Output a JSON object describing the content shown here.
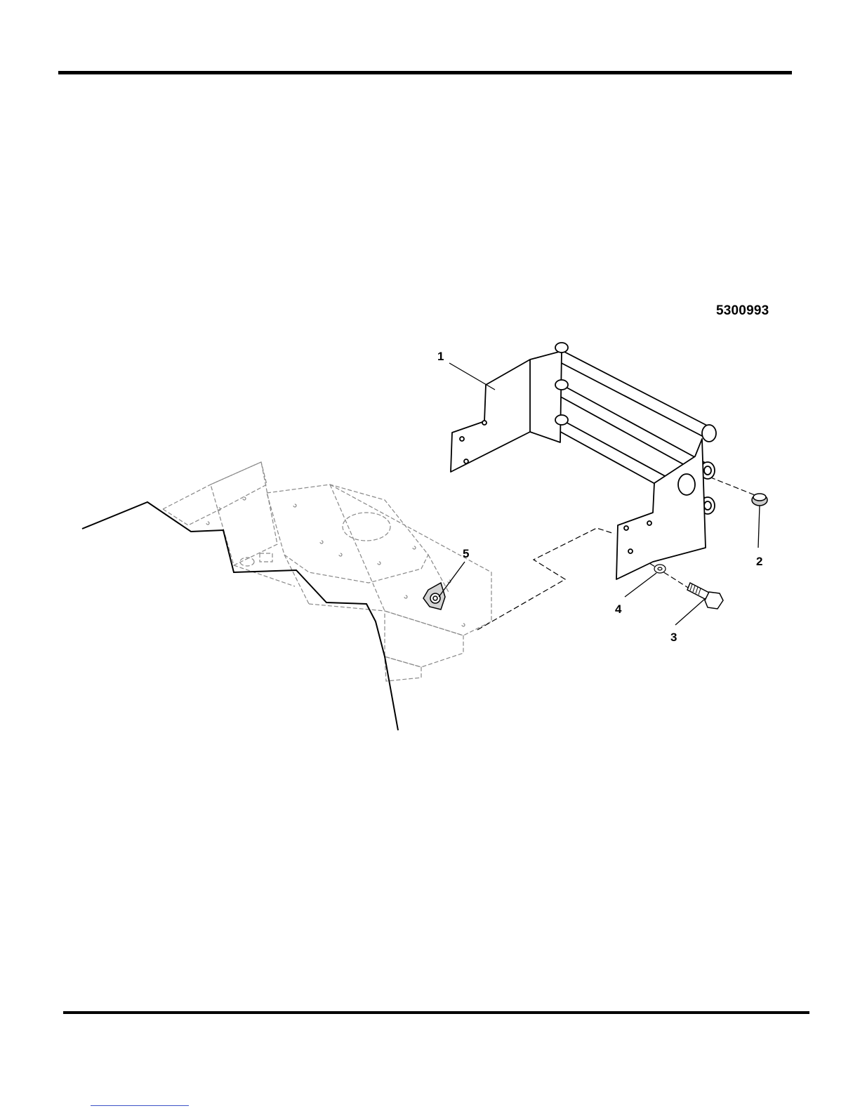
{
  "drawing_number": "5300993",
  "callouts": [
    "1",
    "2",
    "3",
    "4",
    "5"
  ]
}
